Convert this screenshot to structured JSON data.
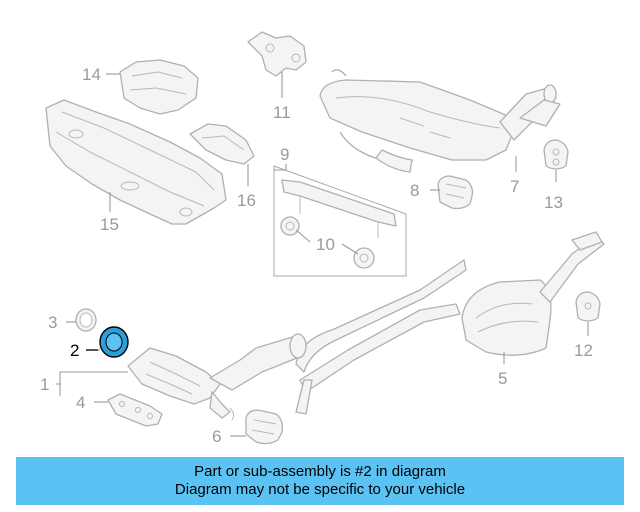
{
  "diagram": {
    "callouts": [
      {
        "id": "1",
        "label": "1"
      },
      {
        "id": "2",
        "label": "2"
      },
      {
        "id": "3",
        "label": "3"
      },
      {
        "id": "4",
        "label": "4"
      },
      {
        "id": "5",
        "label": "5"
      },
      {
        "id": "6",
        "label": "6"
      },
      {
        "id": "7",
        "label": "7"
      },
      {
        "id": "8",
        "label": "8"
      },
      {
        "id": "9",
        "label": "9"
      },
      {
        "id": "10",
        "label": "10"
      },
      {
        "id": "11",
        "label": "11"
      },
      {
        "id": "12",
        "label": "12"
      },
      {
        "id": "13",
        "label": "13"
      },
      {
        "id": "14",
        "label": "14"
      },
      {
        "id": "15",
        "label": "15"
      },
      {
        "id": "16",
        "label": "16"
      }
    ],
    "highlighted_part": "2",
    "highlight_color": "#2a9fd8"
  },
  "banner": {
    "line1": "Part or sub-assembly is #2 in diagram",
    "line2": "Diagram may not be specific to your vehicle",
    "color": "#5bc3f4"
  }
}
